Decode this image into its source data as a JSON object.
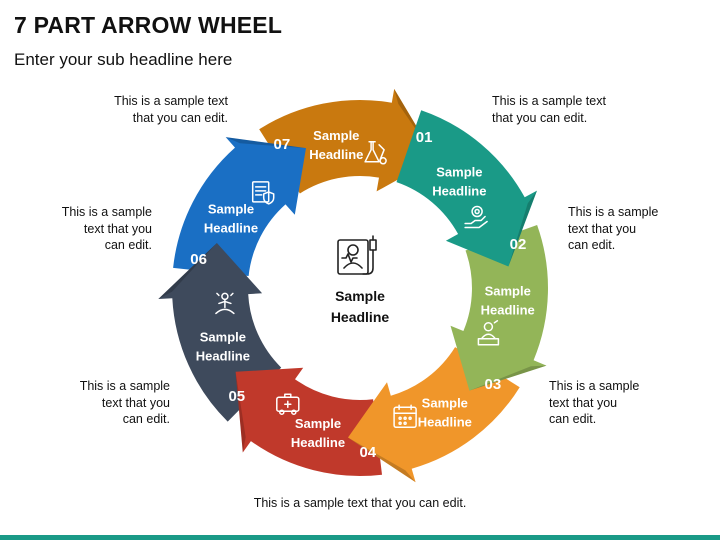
{
  "header": {
    "title": "7 PART ARROW WHEEL",
    "subtitle": "Enter your sub headline here"
  },
  "center": {
    "icon": "patient-monitor-icon",
    "title_line1": "Sample",
    "title_line2": "Headline"
  },
  "segments": [
    {
      "num": "01",
      "title_line1": "Sample",
      "title_line2": "Headline",
      "color": "#1a9a87",
      "icon": "gear-hand-icon",
      "description": [
        "This is a sample text",
        "that you can edit."
      ]
    },
    {
      "num": "02",
      "title_line1": "Sample",
      "title_line2": "Headline",
      "color": "#93b558",
      "icon": "doctor-desk-icon",
      "description": [
        "This is a sample",
        "text that you",
        "can edit."
      ]
    },
    {
      "num": "03",
      "title_line1": "Sample",
      "title_line2": "Headline",
      "color": "#f0962a",
      "icon": "calendar-icon",
      "description": [
        "This is a sample",
        "text that you",
        "can edit."
      ]
    },
    {
      "num": "04",
      "title_line1": "Sample",
      "title_line2": "Headline",
      "color": "#c0392b",
      "icon": "ambulance-icon",
      "description": [
        "This is a sample text that you can edit."
      ]
    },
    {
      "num": "05",
      "title_line1": "Sample",
      "title_line2": "Headline",
      "color": "#3e4a5c",
      "icon": "meditation-icon",
      "description": [
        "This is a sample",
        "text that you",
        "can edit."
      ]
    },
    {
      "num": "06",
      "title_line1": "Sample",
      "title_line2": "Headline",
      "color": "#1a6fc4",
      "icon": "clipboard-shield-icon",
      "description": [
        "This is a sample",
        "text that you",
        "can edit."
      ]
    },
    {
      "num": "07",
      "title_line1": "Sample",
      "title_line2": "Headline",
      "color": "#c9790f",
      "icon": "lab-flask-icon",
      "description": [
        "This is a sample text",
        "that you can edit."
      ]
    }
  ],
  "footer": {
    "bar_color": "#1a9a87"
  }
}
